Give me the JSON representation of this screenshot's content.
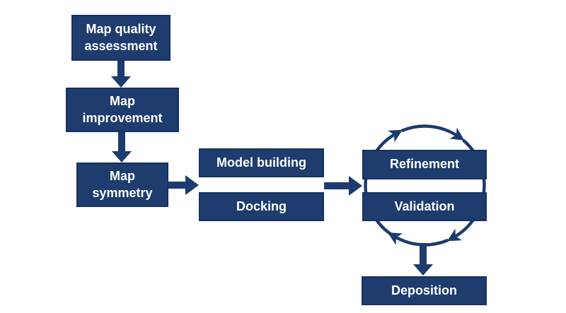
{
  "diagram": {
    "nodes": [
      {
        "id": "map-quality-assessment",
        "label": "Map quality\nassessment"
      },
      {
        "id": "map-improvement",
        "label": "Map\nimprovement"
      },
      {
        "id": "map-symmetry",
        "label": "Map\nsymmetry"
      },
      {
        "id": "model-building",
        "label": "Model building"
      },
      {
        "id": "docking",
        "label": "Docking"
      },
      {
        "id": "refinement",
        "label": "Refinement"
      },
      {
        "id": "validation",
        "label": "Validation"
      },
      {
        "id": "deposition",
        "label": "Deposition"
      }
    ],
    "edges": [
      {
        "from": "map-quality-assessment",
        "to": "map-improvement",
        "type": "block-arrow-down"
      },
      {
        "from": "map-improvement",
        "to": "map-symmetry",
        "type": "block-arrow-down"
      },
      {
        "from": "map-symmetry",
        "to": "model-building / docking",
        "type": "block-arrow-right"
      },
      {
        "from": "model-building / docking",
        "to": "refinement / validation",
        "type": "block-arrow-right"
      },
      {
        "from": "refinement / validation cycle",
        "to": "deposition",
        "type": "block-arrow-down"
      },
      {
        "between": [
          "refinement",
          "validation"
        ],
        "type": "clockwise-cycle-circle",
        "arrowheads": 4
      }
    ],
    "colors": {
      "box_fill": "#1e3c6e",
      "box_border": "#15315f",
      "text": "#ffffff",
      "arrow": "#1d3b6d",
      "background": "#ffffff"
    }
  }
}
